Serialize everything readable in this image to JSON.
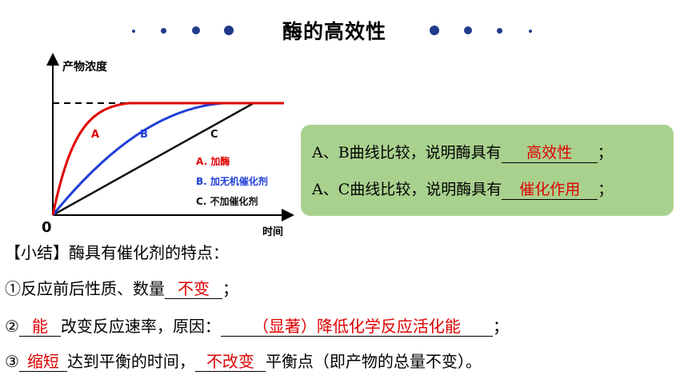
{
  "title": "酶的高效性",
  "colors": {
    "enzyme": "#e00000",
    "inorganic": "#1f3fd8",
    "none": "#111111",
    "accent": "#1f3a8a",
    "box_bg": "#a9d18e",
    "answer": "#e00000"
  },
  "graph": {
    "y_label": "产物浓度",
    "x_label": "时间",
    "origin_label": "0",
    "curve_labels": {
      "a": "A",
      "b": "B",
      "c": "C"
    },
    "legend": [
      {
        "text": "A. 加酶",
        "color": "#e00000"
      },
      {
        "text": "B. 加无机催化剂",
        "color": "#1f3fd8"
      },
      {
        "text": "C. 不加催化剂",
        "color": "#111111"
      }
    ]
  },
  "compare": {
    "line1": {
      "prefix": "A、B曲线比较，说明酶具有",
      "answer": "高效性",
      "suffix": "；"
    },
    "line2": {
      "prefix": "A、C曲线比较，说明酶具有",
      "answer": "催化作用",
      "suffix": "；"
    }
  },
  "summary": {
    "heading": "【小结】酶具有催化剂的特点：",
    "item1": {
      "prefix": "①反应前后性质、数量",
      "answer": "不变",
      "suffix": "；"
    },
    "item2": {
      "prefix": "②",
      "answer1": "能",
      "middle": "改变反应速率，原因：",
      "answer2": "（显著）降低化学反应活化能",
      "suffix": "；"
    },
    "item3": {
      "prefix": "③",
      "answer1": "缩短",
      "middle": "达到平衡的时间，",
      "answer2": "不改变",
      "suffix": "平衡点（即产物的总量不变）。"
    }
  }
}
